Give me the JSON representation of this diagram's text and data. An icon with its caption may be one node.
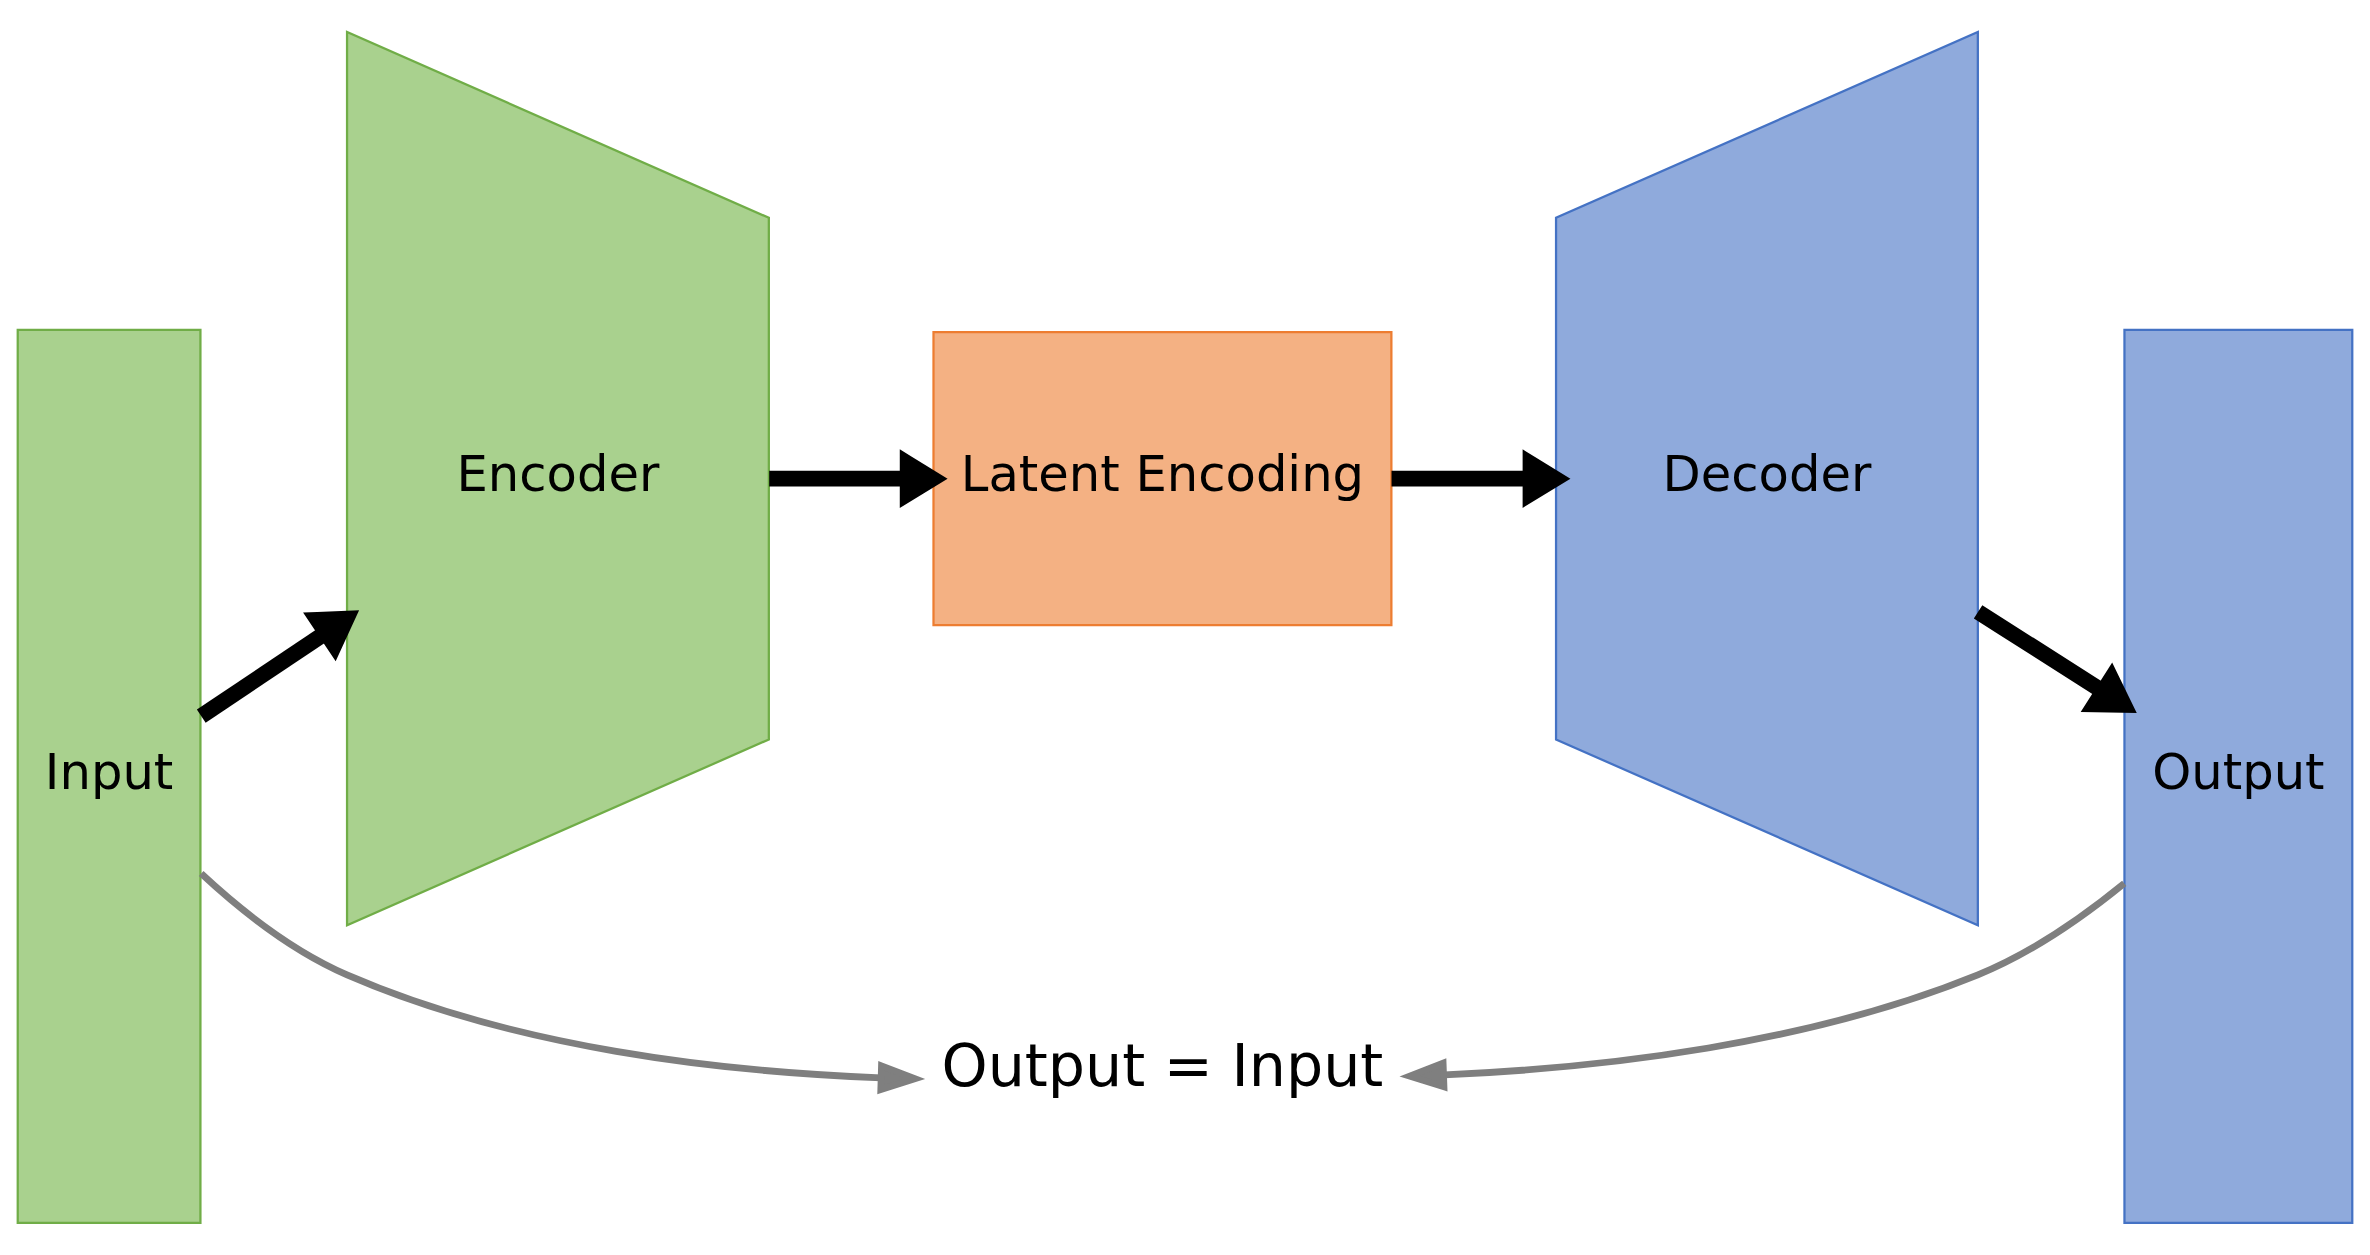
{
  "diagram": {
    "nodes": [
      {
        "text": [
          "Input"
        ]
      },
      {
        "text": [
          "Encoder"
        ]
      },
      {
        "text": [
          "Latent Encoding"
        ]
      },
      {
        "text": [
          "Decoder"
        ]
      },
      {
        "text": [
          "Output"
        ]
      },
      {
        "text": [
          "Output = Input"
        ]
      }
    ],
    "edges": [
      {
        "from": 0,
        "to": 1,
        "arrow": "to"
      },
      {
        "from": 1,
        "to": 2,
        "arrow": "to"
      },
      {
        "from": 2,
        "to": 3,
        "arrow": "to"
      },
      {
        "from": 3,
        "to": 4,
        "arrow": "to"
      },
      {
        "from": 0,
        "to": 5,
        "arrow": "to",
        "color": "#7f7f7f"
      },
      {
        "from": 4,
        "to": 5,
        "arrow": "to",
        "color": "#7f7f7f"
      }
    ]
  }
}
